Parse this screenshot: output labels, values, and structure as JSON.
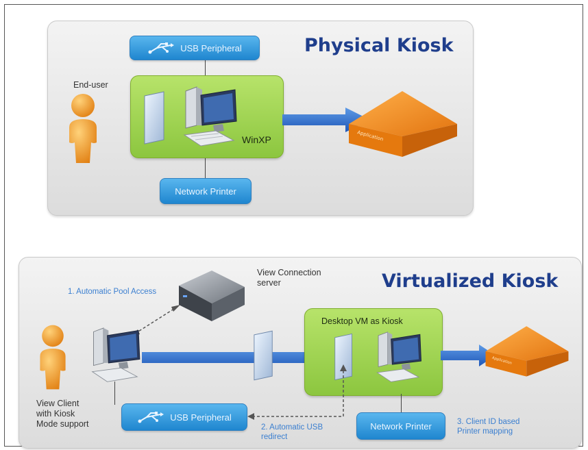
{
  "physical": {
    "title": "Physical Kiosk",
    "end_user_label": "End-user",
    "usb_label": "USB Peripheral",
    "printer_label": "Network Printer",
    "os_label": "WinXP",
    "app_label": "Application"
  },
  "virtual": {
    "title": "Virtualized Kiosk",
    "server_label_line1": "View Connection",
    "server_label_line2": "server",
    "pool_access_label": "1. Automatic Pool Access",
    "client_label_line1": "View Client",
    "client_label_line2": "with Kiosk",
    "client_label_line3": "Mode support",
    "usb_label": "USB Peripheral",
    "usb_redirect_line1": "2. Automatic USB",
    "usb_redirect_line2": "redirect",
    "vm_label": "Desktop VM as Kiosk",
    "printer_label": "Network Printer",
    "printer_map_line1": "3. Client ID based",
    "printer_map_line2": "Printer mapping",
    "app_label": "Application"
  },
  "colors": {
    "title": "#1f3e8c",
    "pill": "#2f8fd8",
    "green_box": "#9ccf4f",
    "arrow": "#2a6fd0",
    "person": "#f0941e",
    "app_box": "#f08a1e"
  },
  "icons": [
    "usb-icon",
    "person-icon",
    "computer-icon",
    "glass-panel-icon",
    "application-box-icon",
    "server-box-icon"
  ]
}
